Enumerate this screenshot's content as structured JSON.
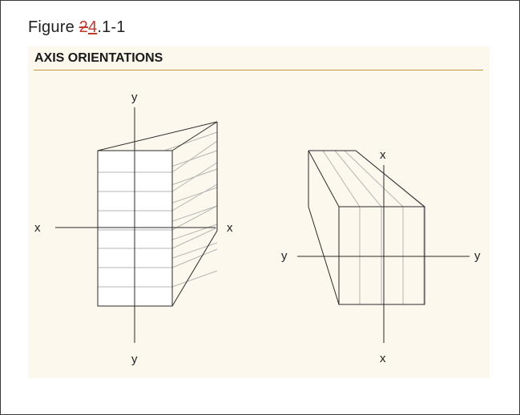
{
  "figure": {
    "prefix": "Figure ",
    "deleted": "2",
    "inserted": "4",
    "suffix": ".1-1"
  },
  "panel": {
    "title": "AXIS ORIENTATIONS"
  },
  "left_diagram": {
    "axis_top": "y",
    "axis_bottom": "y",
    "axis_left": "x",
    "axis_right": "x"
  },
  "right_diagram": {
    "axis_top": "x",
    "axis_bottom": "x",
    "axis_left": "y",
    "axis_right": "y"
  },
  "colors": {
    "panel_bg": "#fdf8ee",
    "rule": "#c8963c",
    "edit_mark": "#c0392b"
  }
}
